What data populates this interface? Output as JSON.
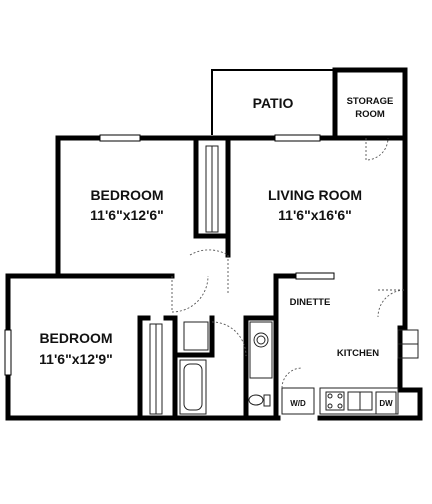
{
  "rooms": {
    "patio": {
      "name": "PATIO"
    },
    "storage": {
      "line1": "STORAGE",
      "line2": "ROOM"
    },
    "bedroom1": {
      "name": "BEDROOM",
      "dims": "11'6\"x12'6\""
    },
    "living": {
      "name": "LIVING ROOM",
      "dims": "11'6\"x16'6\""
    },
    "bedroom2": {
      "name": "BEDROOM",
      "dims": "11'6\"x12'9\""
    },
    "dinette": {
      "name": "DINETTE"
    },
    "kitchen": {
      "name": "KITCHEN"
    }
  },
  "appliances": {
    "washer_dryer": "W/D",
    "dishwasher": "DW"
  },
  "colors": {
    "wall": "#000000",
    "background": "#ffffff",
    "text": "#111111"
  }
}
